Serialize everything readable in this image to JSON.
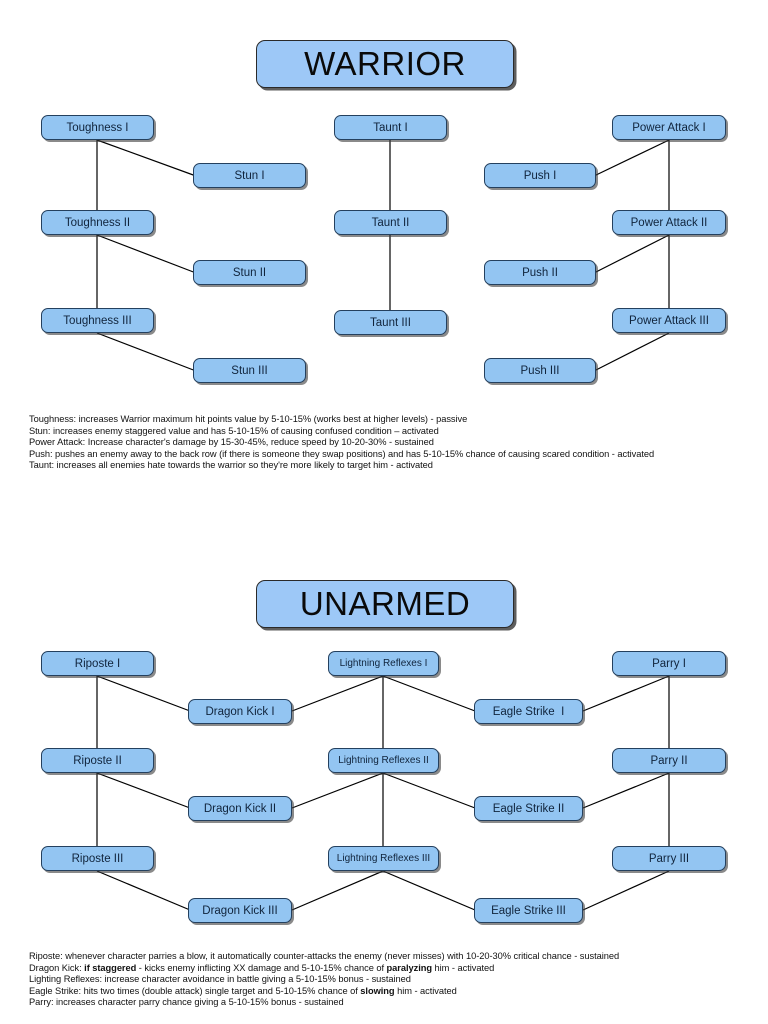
{
  "page": {
    "background": "#ffffff",
    "node_fill": "#93c5f2",
    "node_border": "#24405e",
    "title_fill": "#9dc8f7",
    "wire_color": "#000000"
  },
  "sections": [
    {
      "id": "warrior",
      "title": "WARRIOR",
      "columns": [
        {
          "id": "toughness",
          "nodes": [
            "Toughness I",
            "Toughness II",
            "Toughness III"
          ]
        },
        {
          "id": "stun",
          "nodes": [
            "Stun I",
            "Stun II",
            "Stun III"
          ]
        },
        {
          "id": "taunt",
          "nodes": [
            "Taunt I",
            "Taunt II",
            "Taunt III"
          ]
        },
        {
          "id": "push",
          "nodes": [
            "Push I",
            "Push II",
            "Push III"
          ]
        },
        {
          "id": "power-attack",
          "nodes": [
            "Power Attack I",
            "Power Attack II",
            "Power Attack III"
          ]
        }
      ],
      "descriptions": [
        {
          "skill": "Toughness",
          "text": "Toughness: increases Warrior maximum hit points value by 5-10-15% (works best at higher levels) - passive"
        },
        {
          "skill": "Stun",
          "text": "Stun: increases enemy staggered value and has 5-10-15% of causing confused condition – activated"
        },
        {
          "skill": "Power Attack",
          "text": "Power Attack: Increase character's damage by 15-30-45%, reduce speed by 10-20-30% - sustained"
        },
        {
          "skill": "Push",
          "text": "Push: pushes an enemy away to the back row (if there is someone they swap positions) and has 5-10-15% chance of causing scared condition - activated"
        },
        {
          "skill": "Taunt",
          "text": "Taunt: increases all enemies hate towards the warrior so they're more likely to target him - activated"
        }
      ]
    },
    {
      "id": "unarmed",
      "title": "UNARMED",
      "columns": [
        {
          "id": "riposte",
          "nodes": [
            "Riposte I",
            "Riposte II",
            "Riposte III"
          ]
        },
        {
          "id": "dragon-kick",
          "nodes": [
            "Dragon Kick I",
            "Dragon Kick II",
            "Dragon Kick III"
          ]
        },
        {
          "id": "lightning-reflexes",
          "nodes": [
            "Lightning Reflexes I",
            "Lightning Reflexes II",
            "Lightning Reflexes III"
          ]
        },
        {
          "id": "eagle-strike",
          "nodes": [
            "Eagle Strike  I",
            "Eagle Strike II",
            "Eagle Strike III"
          ]
        },
        {
          "id": "parry",
          "nodes": [
            "Parry I",
            "Parry II",
            "Parry III"
          ]
        }
      ],
      "descriptions": [
        {
          "skill": "Riposte",
          "text": "Riposte: whenever character parries a blow, it automatically counter-attacks the enemy (never misses) with 10-20-30% critical chance - sustained"
        },
        {
          "skill": "Dragon Kick",
          "text": "Dragon Kick: if staggered - kicks enemy inflicting XX damage and 5-10-15% chance of paralyzing him - activated",
          "bold_parts": [
            "if staggered",
            "paralyzing"
          ]
        },
        {
          "skill": "Lighting Reflexes",
          "text": "Lighting Reflexes: increase character avoidance in battle giving a 5-10-15% bonus - sustained"
        },
        {
          "skill": "Eagle Strike",
          "text": "Eagle Strike: hits two times (double attack) single target and 5-10-15% chance of slowing him - activated",
          "bold_parts": [
            "slowing"
          ]
        },
        {
          "skill": "Parry",
          "text": "Parry: increases character parry chance giving a 5-10-15% bonus - sustained"
        }
      ]
    }
  ]
}
